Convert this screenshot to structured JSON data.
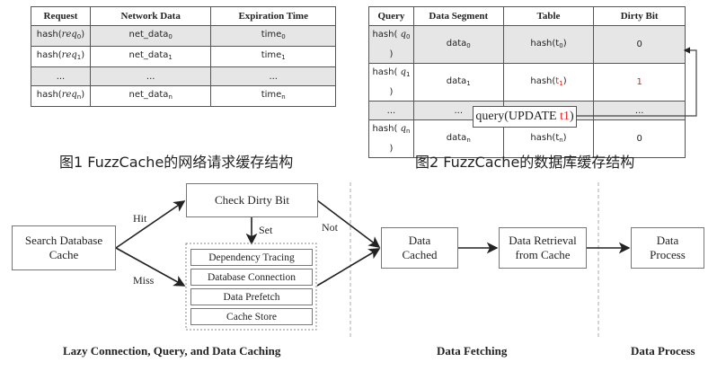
{
  "figure1": {
    "table": {
      "headers": [
        "Request",
        "Network Data",
        "Expiration Time"
      ],
      "rows": [
        {
          "request": "hash(",
          "req": "req",
          "sub": "0",
          "net": "net_data",
          "net_sub": "0",
          "time": "time",
          "time_sub": "0"
        },
        {
          "request": "hash(",
          "req": "req",
          "sub": "1",
          "net": "net_data",
          "net_sub": "1",
          "time": "time",
          "time_sub": "1"
        },
        {
          "ellipsis": "..."
        },
        {
          "request": "hash(",
          "req": "req",
          "sub": "n",
          "net": "net_data",
          "net_sub": "n",
          "time": "time",
          "time_sub": "n"
        }
      ]
    },
    "caption": "图1 FuzzCache的网络请求缓存结构"
  },
  "figure2": {
    "table": {
      "headers": [
        "Query",
        "Data Segment",
        "Table",
        "Dirty Bit"
      ],
      "rows": [
        {
          "q_sub": "0",
          "data_sub": "0",
          "t_sub": "0",
          "dirty": "0"
        },
        {
          "q_sub": "1",
          "data_sub": "1",
          "t_sub": "1",
          "dirty": "1",
          "highlight": true
        },
        {
          "ellipsis": "..."
        },
        {
          "q_sub": "n",
          "data_sub": "n",
          "t_sub": "n",
          "dirty": "0"
        }
      ],
      "hash_prefix": "hash(",
      "q_var": "q",
      "data_word": "data",
      "t_word": "t"
    },
    "update_query": {
      "prefix": "query(UPDATE ",
      "table": "t1",
      "suffix": ")"
    },
    "caption": "图2 FuzzCache的数据库缓存结构",
    "highlight_color": "#e02020"
  },
  "flow": {
    "search_cache": "Search Database Cache",
    "check_dirty": "Check Dirty Bit",
    "hit": "Hit",
    "miss": "Miss",
    "set": "Set",
    "not": "Not",
    "sub_steps": [
      "Dependency Tracing",
      "Database Connection",
      "Data Prefetch",
      "Cache Store"
    ],
    "data_cached": "Data Cached",
    "data_retrieval": "Data Retrieval from Cache",
    "data_process": "Data Process",
    "sections": [
      "Lazy Connection, Query, and Data Caching",
      "Data Fetching",
      "Data Process"
    ]
  }
}
